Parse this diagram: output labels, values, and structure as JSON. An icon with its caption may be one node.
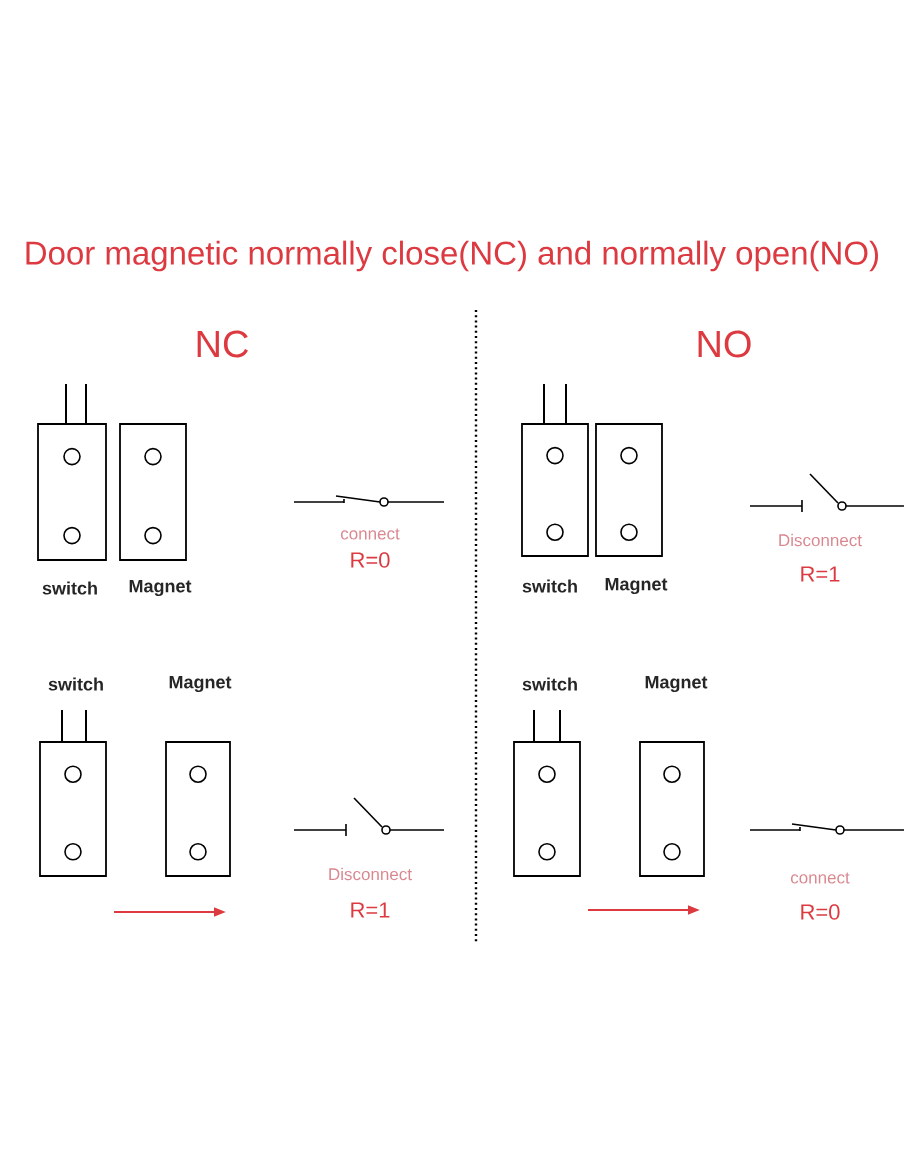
{
  "diagram": {
    "title": "Door magnetic normally close(NC) and normally open(NO)",
    "nodes": [
      {
        "text": [
          "switch"
        ]
      },
      {
        "text": [
          "Magnet"
        ]
      },
      {
        "text": [
          "switch"
        ]
      },
      {
        "text": [
          "Magnet"
        ]
      },
      {
        "text": [
          "switch"
        ]
      },
      {
        "text": [
          "Magnet"
        ]
      },
      {
        "text": [
          "switch"
        ]
      },
      {
        "text": [
          "Magnet"
        ]
      }
    ],
    "labels": [
      "NC",
      "NO",
      "connect",
      "R=0",
      "Disconnect",
      "R=1",
      "Disconnect",
      "R=1",
      "connect",
      "R=0"
    ]
  }
}
